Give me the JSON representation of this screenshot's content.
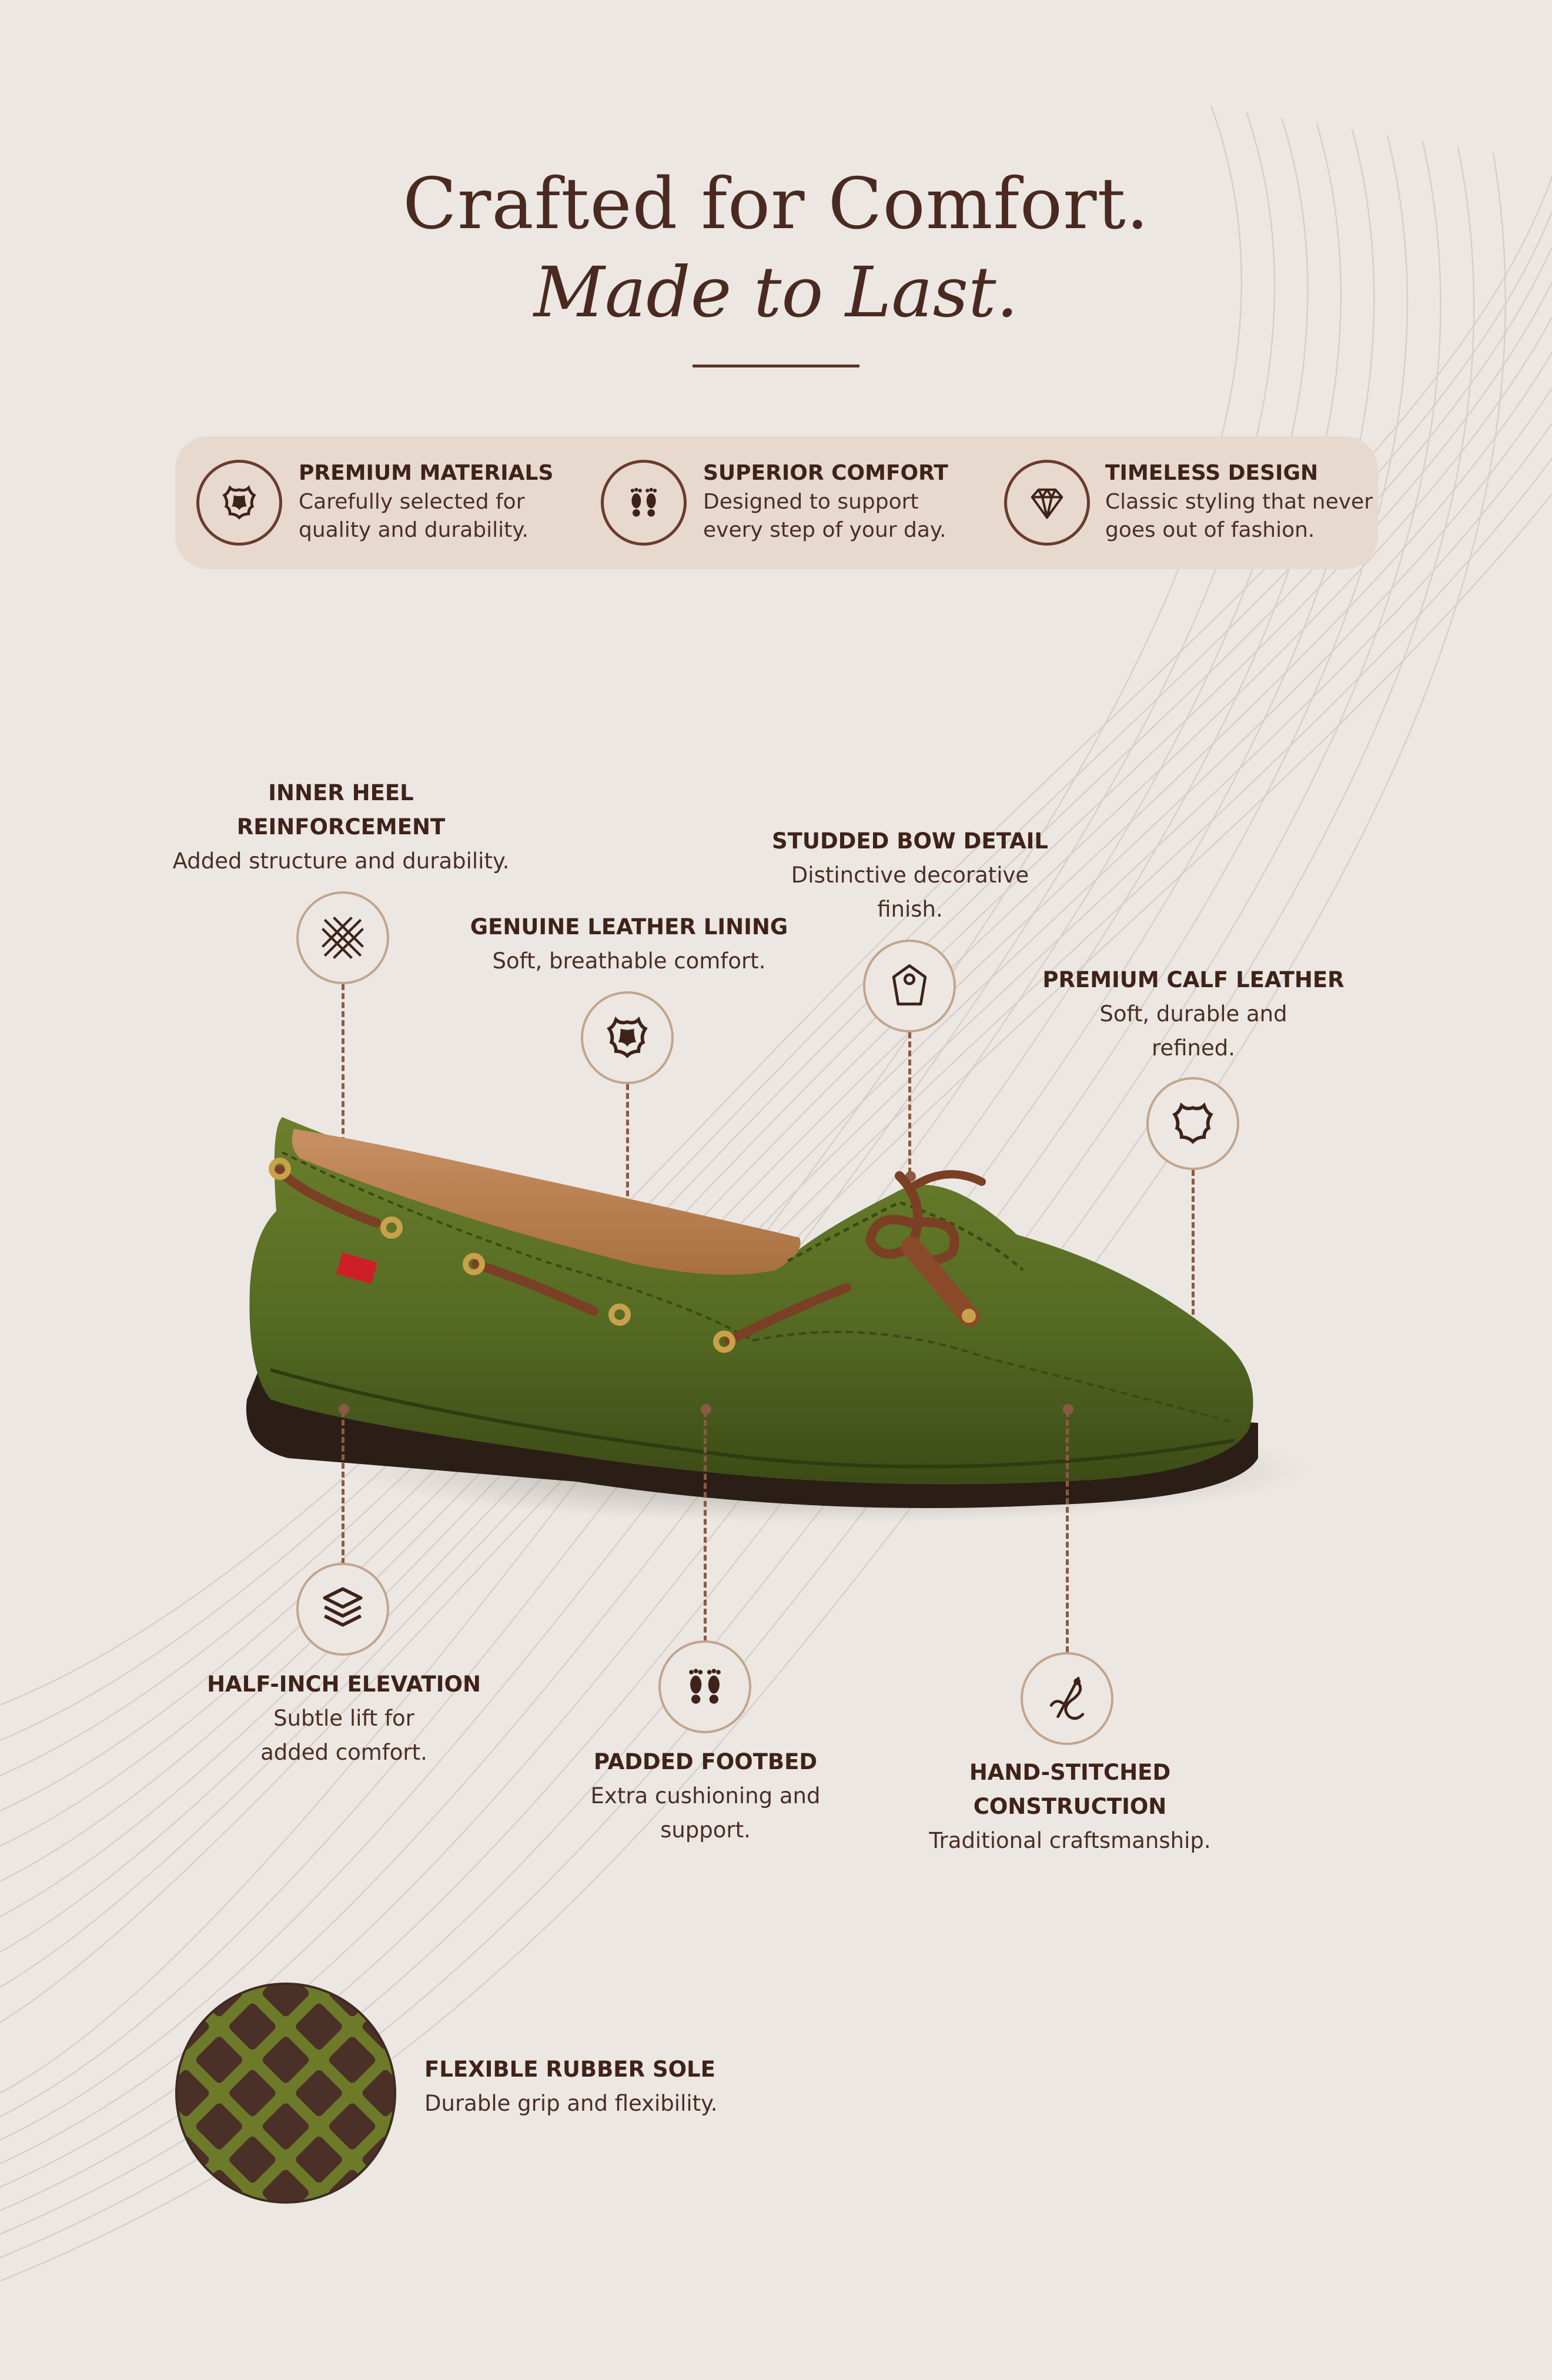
{
  "heading": {
    "line1": "Crafted for Comfort.",
    "line2": "Made to Last."
  },
  "features_bar": [
    {
      "icon": "leather-hide-icon",
      "title": "PREMIUM MATERIALS",
      "desc_line1": "Carefully selected for",
      "desc_line2": "quality and durability."
    },
    {
      "icon": "footprints-icon",
      "title": "SUPERIOR COMFORT",
      "desc_line1": "Designed to support",
      "desc_line2": "every step of your day."
    },
    {
      "icon": "diamond-icon",
      "title": "TIMELESS DESIGN",
      "desc_line1": "Classic styling that never",
      "desc_line2": "goes out of fashion."
    }
  ],
  "callouts": {
    "inner_heel": {
      "title_line1": "INNER HEEL",
      "title_line2": "REINFORCEMENT",
      "desc_line1": "Added structure and durability.",
      "icon": "crosshatch-icon"
    },
    "leather_lining": {
      "title_line1": "GENUINE LEATHER LINING",
      "desc_line1": "Soft, breathable comfort.",
      "icon": "leather-hide-icon"
    },
    "studded_bow": {
      "title_line1": "STUDDED BOW DETAIL",
      "desc_line1": "Distinctive decorative",
      "desc_line2": "finish.",
      "icon": "stud-tag-icon"
    },
    "calf_leather": {
      "title_line1": "PREMIUM CALF LEATHER",
      "desc_line1": "Soft, durable and",
      "desc_line2": "refined.",
      "icon": "leather-outline-icon"
    },
    "half_inch": {
      "title_line1": "HALF-INCH ELEVATION",
      "desc_line1": "Subtle lift for",
      "desc_line2": "added comfort.",
      "icon": "layers-icon"
    },
    "padded_footbed": {
      "title_line1": "PADDED FOOTBED",
      "desc_line1": "Extra cushioning and",
      "desc_line2": "support.",
      "icon": "footprints-icon"
    },
    "hand_stitched": {
      "title_line1": "HAND-STITCHED",
      "title_line2": "CONSTRUCTION",
      "desc_line1": "Traditional craftsmanship.",
      "icon": "needle-thread-icon"
    }
  },
  "sole": {
    "title": "FLEXIBLE RUBBER SOLE",
    "desc": "Durable grip and flexibility."
  },
  "colors": {
    "background": "#ece7e3",
    "bar": "#e8d9ce",
    "text_dark": "#3f2219",
    "accent_ring": "#c2a58d",
    "dash": "#8a5a45",
    "shoe_green": "#556b23",
    "lace_brown": "#7a3f24"
  }
}
